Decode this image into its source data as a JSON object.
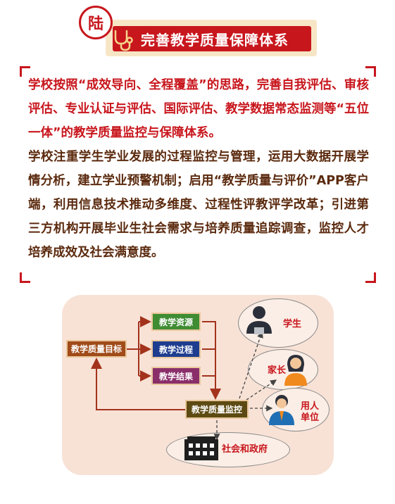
{
  "header": {
    "seal_char": "陆",
    "title": "完善教学质量保障体系",
    "icon": "stethoscope-icon"
  },
  "body": {
    "para1": "学校按照“成效导向、全程覆盖”的思路，完善自我评估、审核评估、专业认证与评估、国际评估、教学数据常态监测等“五位一体”的教学质量监控与保障体系。",
    "para2": "学校注重学生学业发展的过程监控与管理，运用大数据开展学情分析，建立学业预警机制；启用“教学质量与评价”APP客户端，利用信息技术推动多维度、过程性评教评学改革；引进第三方机构开展毕业生社会需求与培养质量追踪调查，监控人才培养成效及社会满意度。"
  },
  "diagram": {
    "goal": "教学质量目标",
    "resources": "教学资源",
    "process": "教学过程",
    "outcome": "教学结果",
    "monitor": "教学质量监控",
    "student": "学生",
    "parent": "家长",
    "employer": "用人单位",
    "society": "社会和政府"
  },
  "colors": {
    "accent_red": "#c8161d",
    "text_brown": "#5b2a0e",
    "diagram_bg": "#f8e2d6"
  }
}
